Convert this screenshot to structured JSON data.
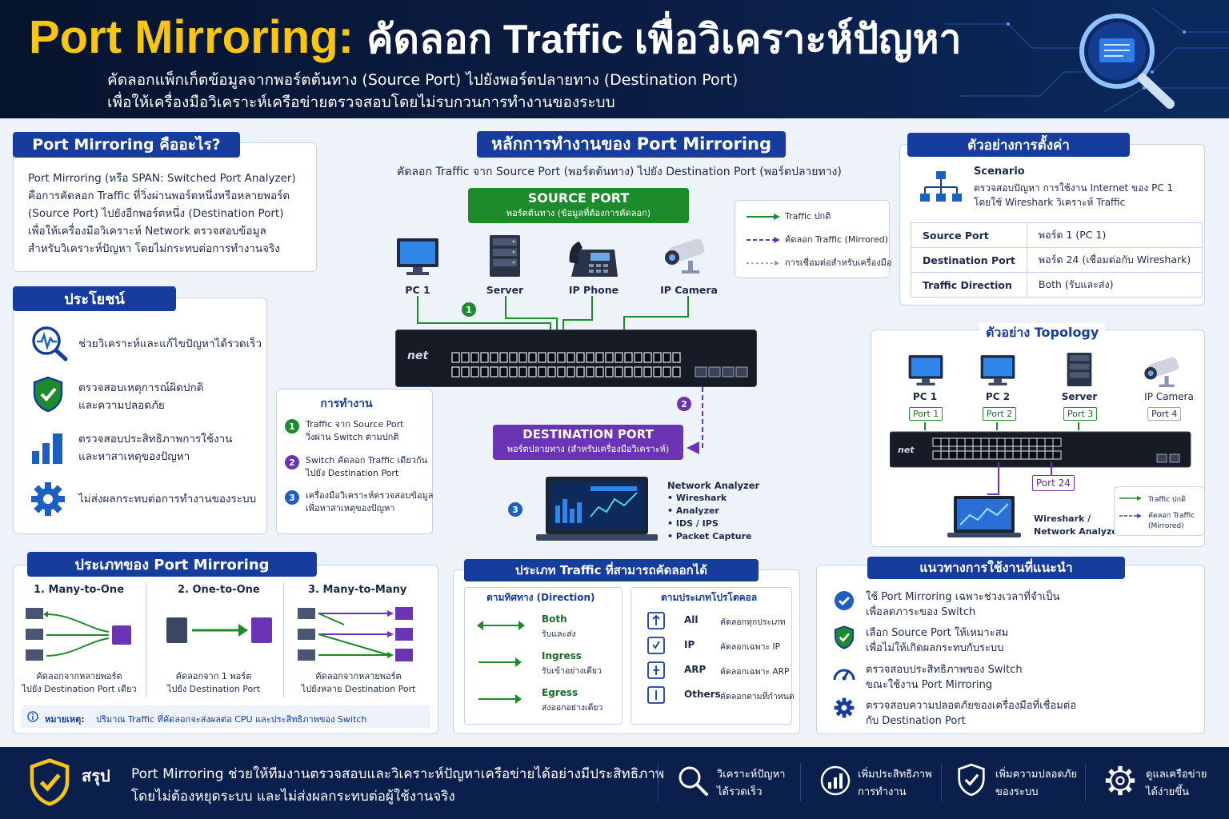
{
  "header": {
    "title_main": "Port Mirroring:",
    "title_rest": "คัดลอก Traffic เพื่อวิเคราะห์ปัญหา",
    "subtitle_line1": "คัดลอกแพ็กเก็ตข้อมูลจากพอร์ตต้นทาง (Source Port) ไปยังพอร์ตปลายทาง (Destination Port)",
    "subtitle_line2": "เพื่อให้เครื่องมือวิเคราะห์เครือข่ายตรวจสอบโดยไม่รบกวนการทำงานของระบบ"
  },
  "what_is": {
    "title": "Port Mirroring คืออะไร?",
    "lines": [
      "Port Mirroring (หรือ SPAN: Switched Port Analyzer)",
      "คือการคัดลอก Traffic ที่วิ่งผ่านพอร์ตหนึ่งหรือหลายพอร์ต",
      "(Source Port) ไปยังอีกพอร์ตหนึ่ง (Destination Port)",
      "เพื่อให้เครื่องมือวิเคราะห์ Network ตรวจสอบข้อมูล",
      "สำหรับวิเคราะห์ปัญหา โดยไม่กระทบต่อการทำงานจริง"
    ]
  },
  "benefits": {
    "title": "ประโยชน์",
    "items": [
      {
        "icon": "pulse-search-icon",
        "lines": [
          "ช่วยวิเคราะห์และแก้ไขปัญหาได้รวดเร็ว"
        ]
      },
      {
        "icon": "shield-check-icon",
        "lines": [
          "ตรวจสอบเหตุการณ์ผิดปกติ",
          "และความปลอดภัย"
        ]
      },
      {
        "icon": "bar-chart-icon",
        "lines": [
          "ตรวจสอบประสิทธิภาพการใช้งาน",
          "และหาสาเหตุของปัญหา"
        ]
      },
      {
        "icon": "gear-icon",
        "lines": [
          "ไม่ส่งผลกระทบต่อการทำงานของระบบ"
        ]
      }
    ]
  },
  "principle": {
    "title": "หลักการทำงานของ Port Mirroring",
    "subtitle": "คัดลอก Traffic จาก Source Port (พอร์ตต้นทาง) ไปยัง Destination Port (พอร์ตปลายทาง)",
    "source_title": "SOURCE PORT",
    "source_sub": "พอร์ตต้นทาง (ข้อมูลที่ต้องการคัดลอก)",
    "devices": [
      "PC 1",
      "Server",
      "IP Phone",
      "IP Camera"
    ],
    "switch_brand": "net",
    "legend": [
      "Traffic ปกติ",
      "คัดลอก Traffic (Mirrored)",
      "การเชื่อมต่อสำหรับเครื่องมือ"
    ],
    "dest_title": "DESTINATION PORT",
    "dest_sub": "พอร์ตปลายทาง (สำหรับเครื่องมือวิเคราะห์)",
    "step_numbers": [
      "1",
      "2",
      "3"
    ],
    "analyzer_title": "Network Analyzer",
    "analyzer_items": [
      "• Wireshark",
      "• Analyzer",
      "• IDS / IPS",
      "• Packet Capture"
    ]
  },
  "howitworks": {
    "title": "การทำงาน",
    "steps": [
      {
        "num": "1",
        "lines": [
          "Traffic จาก Source Port",
          "วิ่งผ่าน Switch ตามปกติ"
        ]
      },
      {
        "num": "2",
        "lines": [
          "Switch คัดลอก Traffic เดียวกัน",
          "ไปยัง Destination Port"
        ]
      },
      {
        "num": "3",
        "lines": [
          "เครื่องมือวิเคราะห์ตรวจสอบข้อมูล",
          "เพื่อหาสาเหตุของปัญหา"
        ]
      }
    ]
  },
  "config": {
    "title": "ตัวอย่างการตั้งค่า",
    "scenario_label": "Scenario",
    "scenario_lines": [
      "ตรวจสอบปัญหา การใช้งาน Internet ของ PC 1",
      "โดยใช้ Wireshark วิเคราะห์ Traffic"
    ],
    "rows": [
      [
        "Source Port",
        "พอร์ต 1 (PC 1)"
      ],
      [
        "Destination Port",
        "พอร์ต 24 (เชื่อมต่อกับ Wireshark)"
      ],
      [
        "Traffic Direction",
        "Both (รับและส่ง)"
      ]
    ]
  },
  "topology": {
    "title": "ตัวอย่าง Topology",
    "devices": [
      {
        "label": "PC 1",
        "port": "Port 1"
      },
      {
        "label": "PC 2",
        "port": "Port 2"
      },
      {
        "label": "Server",
        "port": "Port 3"
      },
      {
        "label": "IP Camera",
        "port": "Port 4"
      }
    ],
    "dest_port": "Port 24",
    "analyzer_lines": [
      "Wireshark /",
      "Network Analyzer"
    ],
    "legend": [
      "Traffic ปกติ",
      "คัดลอก Traffic",
      "(Mirrored)"
    ]
  },
  "types": {
    "title": "ประเภทของ Port Mirroring",
    "items": [
      {
        "title": "1. Many-to-One",
        "lines": [
          "คัดลอกจากหลายพอร์ต",
          "ไปยัง Destination Port เดียว"
        ]
      },
      {
        "title": "2. One-to-One",
        "lines": [
          "คัดลอกจาก 1 พอร์ต",
          "ไปยัง Destination Port"
        ]
      },
      {
        "title": "3. Many-to-Many",
        "lines": [
          "คัดลอกจากหลายพอร์ต",
          "ไปยังหลาย Destination Port"
        ]
      }
    ],
    "note_label": "หมายเหตุ:",
    "note": "ปริมาณ Traffic ที่คัดลอกจะส่งผลต่อ CPU และประสิทธิภาพของ Switch"
  },
  "traffic_types": {
    "title": "ประเภท Traffic ที่สามารถคัดลอกได้",
    "direction_title": "ตามทิศทาง (Direction)",
    "directions": [
      {
        "name": "Both",
        "desc": "รับและส่ง"
      },
      {
        "name": "Ingress",
        "desc": "รับเข้าอย่างเดียว"
      },
      {
        "name": "Egress",
        "desc": "ส่งออกอย่างเดียว"
      }
    ],
    "protocol_title": "ตามประเภทโปรโตคอล",
    "protocols": [
      {
        "name": "All",
        "desc": "คัดลอกทุกประเภท"
      },
      {
        "name": "IP",
        "desc": "คัดลอกเฉพาะ IP"
      },
      {
        "name": "ARP",
        "desc": "คัดลอกเฉพาะ ARP"
      },
      {
        "name": "Others",
        "desc": "คัดลอกตามที่กำหนด"
      }
    ]
  },
  "guidelines": {
    "title": "แนวทางการใช้งานที่แนะนำ",
    "items": [
      {
        "icon": "check-circle-icon",
        "lines": [
          "ใช้ Port Mirroring เฉพาะช่วงเวลาที่จำเป็น",
          "เพื่อลดภาระของ Switch"
        ]
      },
      {
        "icon": "shield-check-icon",
        "lines": [
          "เลือก Source Port ให้เหมาะสม",
          "เพื่อไม่ให้เกิดผลกระทบกับระบบ"
        ]
      },
      {
        "icon": "gauge-icon",
        "lines": [
          "ตรวจสอบประสิทธิภาพของ Switch",
          "ขณะใช้งาน Port Mirroring"
        ]
      },
      {
        "icon": "gear-icon",
        "lines": [
          "ตรวจสอบความปลอดภัยของเครื่องมือที่เชื่อมต่อ",
          "กับ Destination Port"
        ]
      }
    ]
  },
  "footer": {
    "title": "สรุป",
    "line1": "Port Mirroring ช่วยให้ทีมงานตรวจสอบและวิเคราะห์ปัญหาเครือข่ายได้อย่างมีประสิทธิภาพ",
    "line2": "โดยไม่ต้องหยุดระบบ และไม่ส่งผลกระทบต่อผู้ใช้งานจริง",
    "features": [
      {
        "icon": "search-icon",
        "lines": [
          "วิเคราะห์ปัญหา",
          "ได้รวดเร็ว"
        ]
      },
      {
        "icon": "performance-icon",
        "lines": [
          "เพิ่มประสิทธิภาพ",
          "การทำงาน"
        ]
      },
      {
        "icon": "shield-check-icon",
        "lines": [
          "เพิ่มความปลอดภัย",
          "ของระบบ"
        ]
      },
      {
        "icon": "gear-icon",
        "lines": [
          "ดูแลเครือข่าย",
          "ได้ง่ายขึ้น"
        ]
      }
    ]
  },
  "colors": {
    "navy": "#0b1f4d",
    "title_blue": "#163d9e",
    "yellow": "#f7c512",
    "green": "#1d8a2c",
    "purple": "#6b34b5"
  }
}
